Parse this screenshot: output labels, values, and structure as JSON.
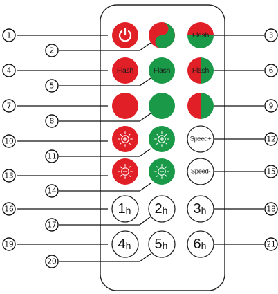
{
  "colors": {
    "red": "#e01f26",
    "green": "#1a9a48",
    "outline": "#222222",
    "white": "#ffffff"
  },
  "buttons": [
    {
      "id": 1,
      "callout": "1",
      "kind": "power-button",
      "icon": "power-icon",
      "fill": "red",
      "label": ""
    },
    {
      "id": 2,
      "callout": "2",
      "kind": "red-green-button",
      "icon": "yin-yang-icon",
      "fill": "split-yinyang",
      "label": ""
    },
    {
      "id": 3,
      "callout": "3",
      "kind": "flash-red-green-button",
      "icon": "",
      "fill": "split-horizontal",
      "label": "Flash"
    },
    {
      "id": 4,
      "callout": "4",
      "kind": "flash-red-button",
      "icon": "",
      "fill": "red",
      "label": "Flash"
    },
    {
      "id": 5,
      "callout": "5",
      "kind": "flash-green-button",
      "icon": "",
      "fill": "green",
      "label": "Flash"
    },
    {
      "id": 6,
      "callout": "6",
      "kind": "flash-alternate-button",
      "icon": "",
      "fill": "split-vertical",
      "label": "Flash"
    },
    {
      "id": 7,
      "callout": "7",
      "kind": "red-button",
      "icon": "",
      "fill": "red",
      "label": ""
    },
    {
      "id": 8,
      "callout": "8",
      "kind": "green-button",
      "icon": "",
      "fill": "green",
      "label": ""
    },
    {
      "id": 9,
      "callout": "9",
      "kind": "red-green-split-button",
      "icon": "",
      "fill": "split-vertical",
      "label": ""
    },
    {
      "id": 10,
      "callout": "10",
      "kind": "red-brightness-up-button",
      "icon": "sun-plus-icon",
      "fill": "red",
      "label": ""
    },
    {
      "id": 11,
      "callout": "11",
      "kind": "green-brightness-up-button",
      "icon": "sun-plus-icon",
      "fill": "green",
      "label": ""
    },
    {
      "id": 12,
      "callout": "12",
      "kind": "speed-up-button",
      "icon": "",
      "fill": "white",
      "label": "Speed+"
    },
    {
      "id": 13,
      "callout": "13",
      "kind": "red-brightness-down-button",
      "icon": "sun-minus-icon",
      "fill": "red",
      "label": ""
    },
    {
      "id": 14,
      "callout": "14",
      "kind": "green-brightness-down-button",
      "icon": "sun-minus-icon",
      "fill": "green",
      "label": ""
    },
    {
      "id": 15,
      "callout": "15",
      "kind": "speed-down-button",
      "icon": "",
      "fill": "white",
      "label": "Speed-"
    },
    {
      "id": 16,
      "callout": "16",
      "kind": "timer-1h-button",
      "icon": "",
      "fill": "white",
      "label": "1",
      "unit": "h"
    },
    {
      "id": 17,
      "callout": "17",
      "kind": "timer-2h-button",
      "icon": "",
      "fill": "white",
      "label": "2",
      "unit": "h"
    },
    {
      "id": 18,
      "callout": "18",
      "kind": "timer-3h-button",
      "icon": "",
      "fill": "white",
      "label": "3",
      "unit": "h"
    },
    {
      "id": 19,
      "callout": "19",
      "kind": "timer-4h-button",
      "icon": "",
      "fill": "white",
      "label": "4",
      "unit": "h"
    },
    {
      "id": 20,
      "callout": "20",
      "kind": "timer-5h-button",
      "icon": "",
      "fill": "white",
      "label": "5",
      "unit": "h"
    },
    {
      "id": 21,
      "callout": "21",
      "kind": "timer-6h-button",
      "icon": "",
      "fill": "white",
      "label": "6",
      "unit": "h"
    }
  ]
}
